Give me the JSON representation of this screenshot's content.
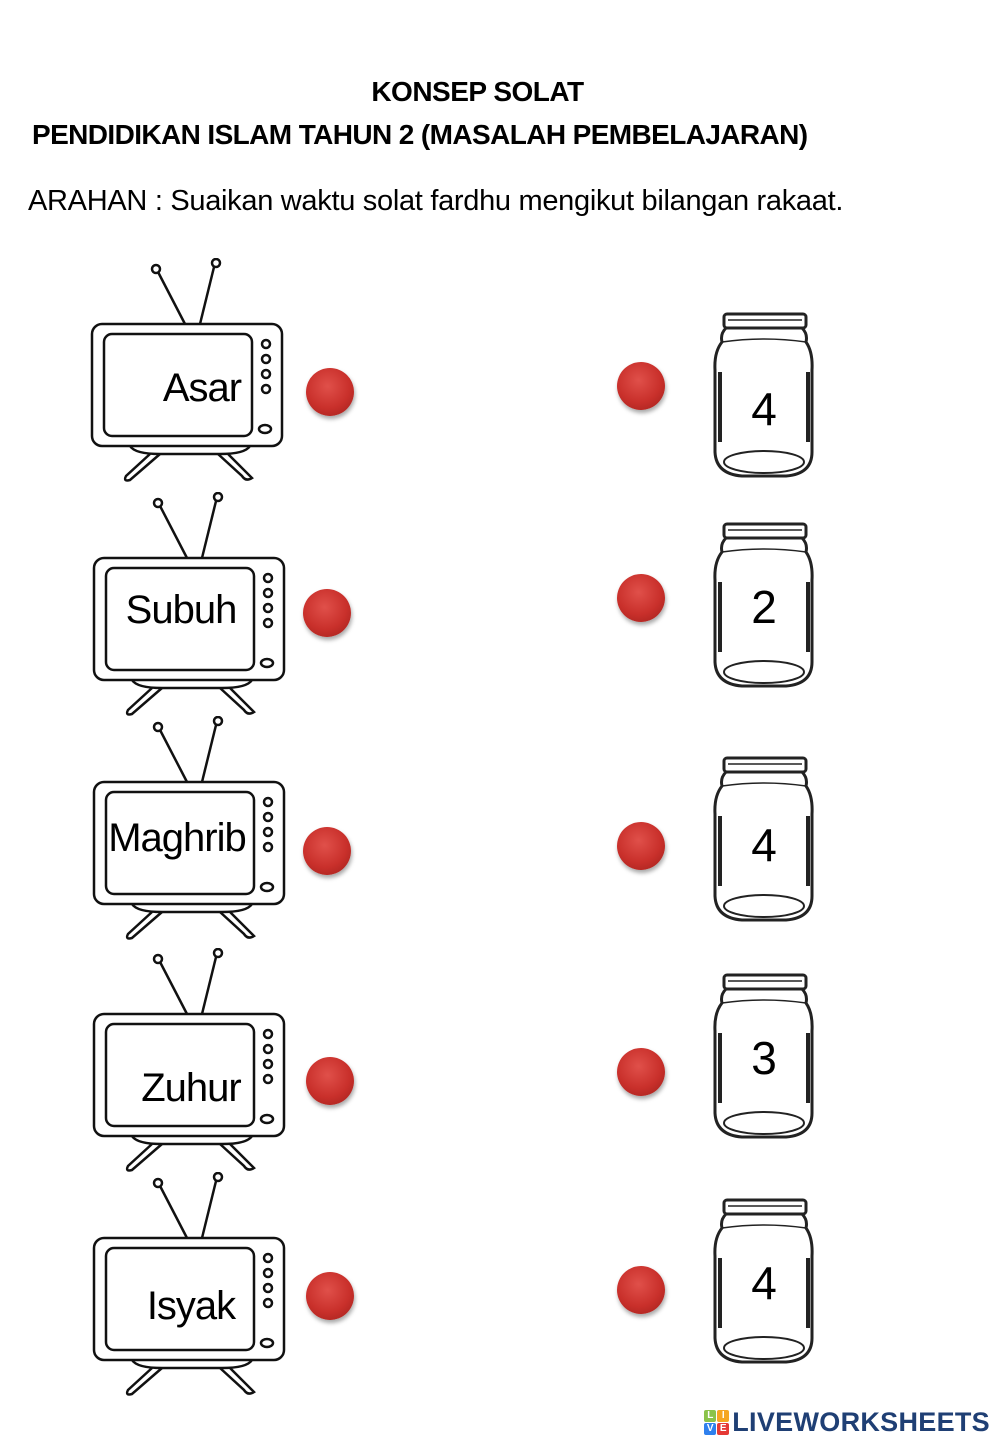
{
  "header": {
    "title": "KONSEP SOLAT",
    "subtitle": "PENDIDIKAN ISLAM TAHUN 2 (MASALAH PEMBELAJARAN)",
    "instruction": "ARAHAN : Suaikan waktu solat fardhu mengikut bilangan rakaat."
  },
  "left_items": [
    {
      "label": "Asar",
      "icon": "tv-icon"
    },
    {
      "label": "Subuh",
      "icon": "tv-icon"
    },
    {
      "label": "Maghrib",
      "icon": "tv-icon"
    },
    {
      "label": "Zuhur",
      "icon": "tv-icon"
    },
    {
      "label": "Isyak",
      "icon": "tv-icon"
    }
  ],
  "right_items": [
    {
      "value": "4",
      "icon": "jar-icon"
    },
    {
      "value": "2",
      "icon": "jar-icon"
    },
    {
      "value": "4",
      "icon": "jar-icon"
    },
    {
      "value": "3",
      "icon": "jar-icon"
    },
    {
      "value": "4",
      "icon": "jar-icon"
    }
  ],
  "connector_color": "#c9302b",
  "footer": {
    "brand": "LIVEWORKSHEETS",
    "logo_letters": [
      "L",
      "I",
      "V",
      "E"
    ],
    "logo_colors": [
      "#8bc34a",
      "#f5a623",
      "#2f80ed",
      "#e53935"
    ],
    "brand_color": "#1f3f74"
  }
}
